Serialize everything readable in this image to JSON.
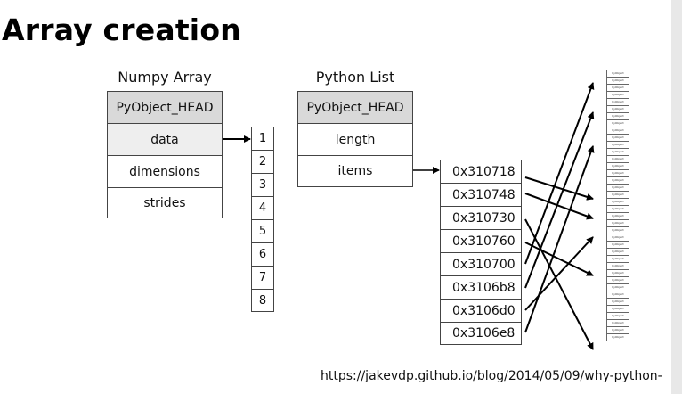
{
  "title": "Array creation",
  "numpy": {
    "caption": "Numpy Array",
    "fields": [
      "PyObject_HEAD",
      "data",
      "dimensions",
      "strides"
    ],
    "buffer": [
      "1",
      "2",
      "3",
      "4",
      "5",
      "6",
      "7",
      "8"
    ]
  },
  "pylist": {
    "caption": "Python List",
    "fields": [
      "PyObject_HEAD",
      "length",
      "items"
    ],
    "pointers": [
      "0x310718",
      "0x310748",
      "0x310730",
      "0x310760",
      "0x310700",
      "0x3106b8",
      "0x3106d0",
      "0x3106e8"
    ]
  },
  "heap_cell_text": "PyObject",
  "source_url": "https://jakevdp.github.io/blog/2014/05/09/why-python-"
}
